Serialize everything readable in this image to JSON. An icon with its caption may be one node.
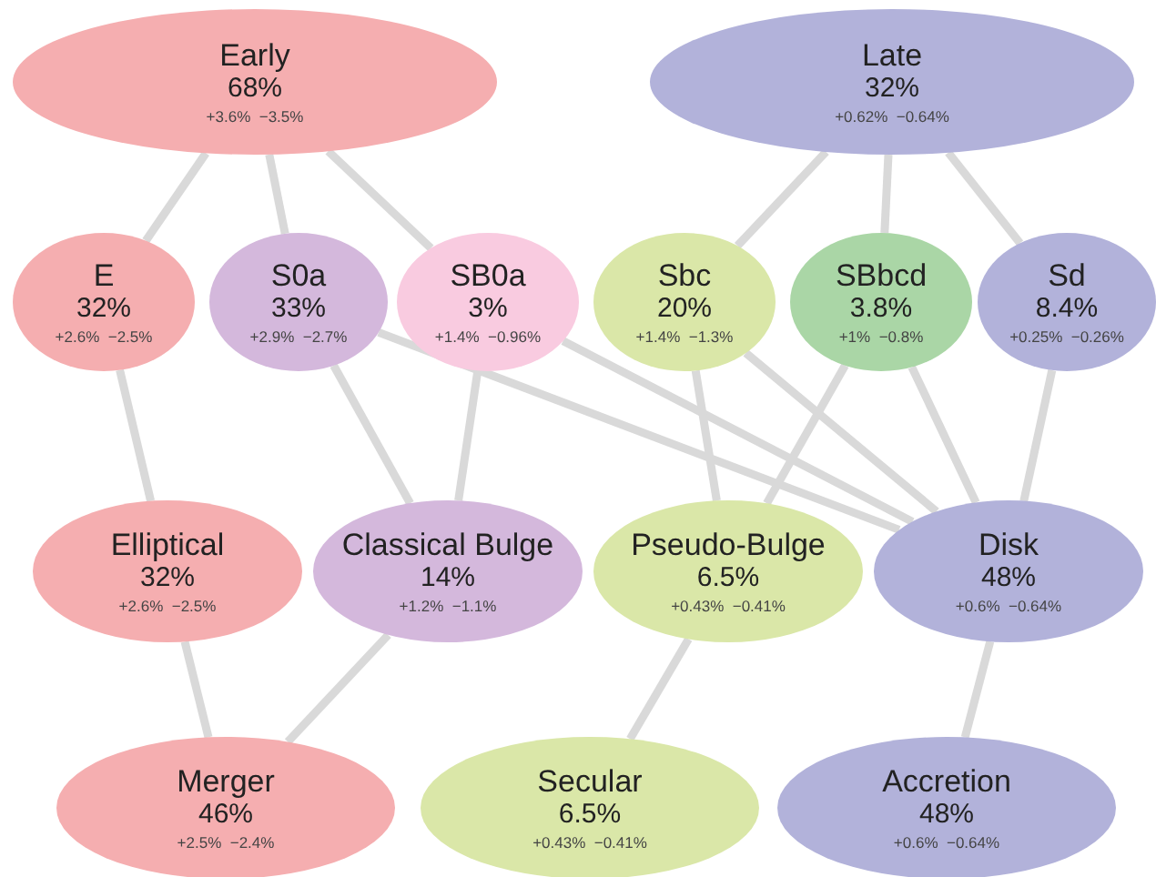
{
  "diagram": {
    "nodes": [
      {
        "text": [
          "Early",
          "68%",
          "+3.6%  −3.5%"
        ]
      },
      {
        "text": [
          "Late",
          "32%",
          "+0.62%  −0.64%"
        ]
      },
      {
        "text": [
          "E",
          "32%",
          "+2.6%  −2.5%"
        ]
      },
      {
        "text": [
          "S0a",
          "33%",
          "+2.9%  −2.7%"
        ]
      },
      {
        "text": [
          "SB0a",
          "3%",
          "+1.4%  −0.96%"
        ]
      },
      {
        "text": [
          "Sbc",
          "20%",
          "+1.4%  −1.3%"
        ]
      },
      {
        "text": [
          "SBbcd",
          "3.8%",
          "+1%  −0.8%"
        ]
      },
      {
        "text": [
          "Sd",
          "8.4%",
          "+0.25%  −0.26%"
        ]
      },
      {
        "text": [
          "Elliptical",
          "32%",
          "+2.6%  −2.5%"
        ]
      },
      {
        "text": [
          "Classical Bulge",
          "14%",
          "+1.2%  −1.1%"
        ]
      },
      {
        "text": [
          "Pseudo-Bulge",
          "6.5%",
          "+0.43%  −0.41%"
        ]
      },
      {
        "text": [
          "Disk",
          "48%",
          "+0.6%  −0.64%"
        ]
      },
      {
        "text": [
          "Merger",
          "46%",
          "+2.5%  −2.4%"
        ]
      },
      {
        "text": [
          "Secular",
          "6.5%",
          "+0.43%  −0.41%"
        ]
      },
      {
        "text": [
          "Accretion",
          "48%",
          "+0.6%  −0.64%"
        ]
      }
    ],
    "edges": [
      {
        "from": 0,
        "to": 2,
        "arrow": "none"
      },
      {
        "from": 0,
        "to": 3,
        "arrow": "none"
      },
      {
        "from": 0,
        "to": 4,
        "arrow": "none"
      },
      {
        "from": 1,
        "to": 5,
        "arrow": "none"
      },
      {
        "from": 1,
        "to": 6,
        "arrow": "none"
      },
      {
        "from": 1,
        "to": 7,
        "arrow": "none"
      },
      {
        "from": 2,
        "to": 8,
        "arrow": "none"
      },
      {
        "from": 3,
        "to": 9,
        "arrow": "none"
      },
      {
        "from": 3,
        "to": 11,
        "arrow": "none"
      },
      {
        "from": 4,
        "to": 9,
        "arrow": "none"
      },
      {
        "from": 4,
        "to": 11,
        "arrow": "none"
      },
      {
        "from": 5,
        "to": 10,
        "arrow": "none"
      },
      {
        "from": 5,
        "to": 11,
        "arrow": "none"
      },
      {
        "from": 6,
        "to": 10,
        "arrow": "none"
      },
      {
        "from": 6,
        "to": 11,
        "arrow": "none"
      },
      {
        "from": 7,
        "to": 11,
        "arrow": "none"
      },
      {
        "from": 8,
        "to": 12,
        "arrow": "none"
      },
      {
        "from": 9,
        "to": 12,
        "arrow": "none"
      },
      {
        "from": 10,
        "to": 13,
        "arrow": "none"
      },
      {
        "from": 11,
        "to": 14,
        "arrow": "none"
      }
    ]
  }
}
